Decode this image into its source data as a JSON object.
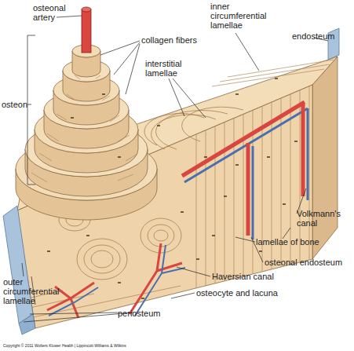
{
  "diagram": {
    "labels": [
      "osteonal artery",
      "collagen fibers",
      "inner circumferential lamellae",
      "endosteum",
      "interstitial lamellae",
      "osteon",
      "Volkmann's canal",
      "lamellae of bone",
      "osteonal endosteum",
      "Haversian canal",
      "osteocyte and lacuna",
      "outer circumferential lamellae",
      "periosteum",
      "Copyright © 2011 Wolters Kluwer Health | Lippincott Williams & Wilkins"
    ]
  }
}
